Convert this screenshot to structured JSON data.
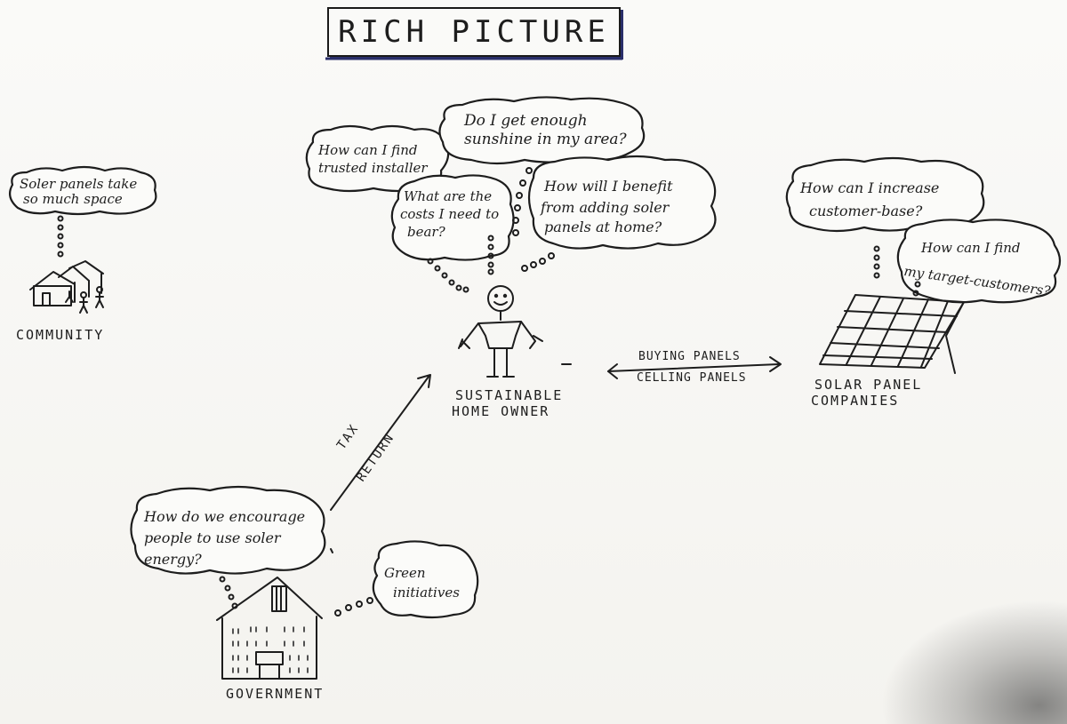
{
  "title": "RICH PICTURE",
  "actors": {
    "community": "COMMUNITY",
    "home_owner": [
      "SUSTAINABLE",
      "HOME OWNER"
    ],
    "companies": [
      "SOLAR PANEL",
      "COMPANIES"
    ],
    "government": "GOVERNMENT"
  },
  "thoughts": {
    "community": [
      "Soler panels take",
      "so much space"
    ],
    "installer": [
      "How can I find",
      "trusted installer"
    ],
    "sunshine": [
      "Do I get enough",
      "sunshine in my area?"
    ],
    "costs": [
      "What are the",
      "costs I need to",
      "bear?"
    ],
    "benefit": [
      "How will I benefit",
      "from adding soler",
      "panels at home?"
    ],
    "customer_base": [
      "How can I increase",
      "customer-base?"
    ],
    "target_customers": [
      "How can I find",
      "my target-customers?"
    ],
    "encourage": [
      "How do we encourage",
      "people to use soler",
      "energy?"
    ],
    "green": [
      "Green",
      "initiatives"
    ]
  },
  "arrows": {
    "tax": [
      "TAX",
      "RETURN"
    ],
    "buying": "BUYING PANELS",
    "selling": "CELLING PANELS"
  }
}
